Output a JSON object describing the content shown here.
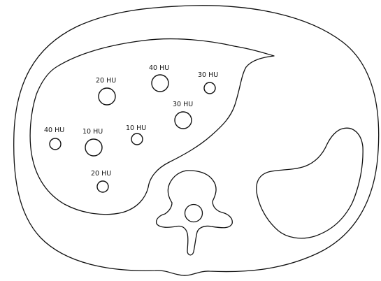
{
  "colors": {
    "background": "#ffffff",
    "line": "#111111"
  },
  "lesions": [
    {
      "label": "20 HU",
      "value_hu": 20
    },
    {
      "label": "40 HU",
      "value_hu": 40
    },
    {
      "label": "30 HU",
      "value_hu": 30
    },
    {
      "label": "30 HU",
      "value_hu": 30
    },
    {
      "label": "40 HU",
      "value_hu": 40
    },
    {
      "label": "10 HU",
      "value_hu": 10
    },
    {
      "label": "10 HU",
      "value_hu": 10
    },
    {
      "label": "20 HU",
      "value_hu": 20
    }
  ]
}
